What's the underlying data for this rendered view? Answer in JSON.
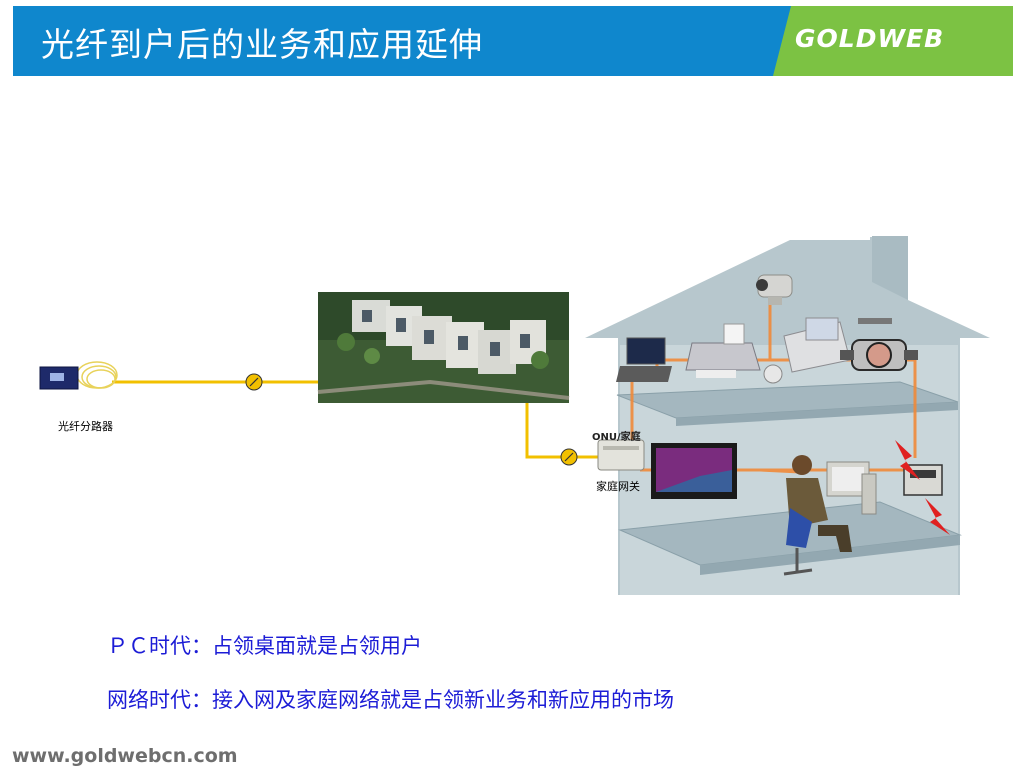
{
  "header": {
    "title": "光纤到户后的业务和应用延伸",
    "logo": "GOLDWEB"
  },
  "diagram": {
    "splitter_label": "光纤分路器",
    "gateway_label": "家庭网关",
    "gateway_tag": "ONU/家庭"
  },
  "captions": {
    "pc_era": "ＰＣ时代：占领桌面就是占领用户",
    "network_era": "网络时代：接入网及家庭网络就是占领新业务和新应用的市场"
  },
  "footer": {
    "url": "www.goldwebcn.com"
  },
  "colors": {
    "header_blue": "#0f87cd",
    "header_green": "#7cc243",
    "fiber": "#f2c000",
    "cable": "#f08a3a",
    "caption": "#1c1cd6"
  }
}
